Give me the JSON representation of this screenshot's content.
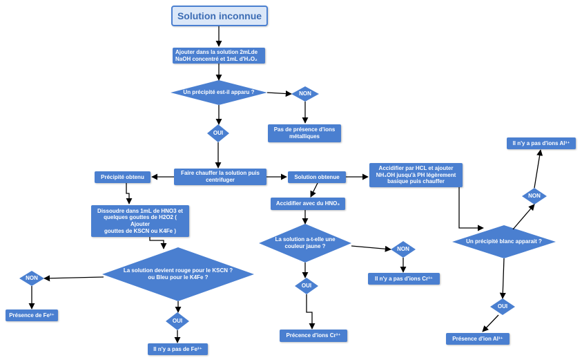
{
  "title": "Solution inconnue",
  "nodes": {
    "step_add": "Ajouter dans la solution 2mLde\nNaOH concentré et 1mL d'H₂O₂",
    "q_precipitate": "Un précipité est-il apparu ?",
    "non_1": "NON",
    "no_metal_ions": "Pas de présence d'ions\nmétalliques",
    "oui_1": "OUI",
    "heat_centrifuge": "Faire chauffer la solution puis\ncentrifuger",
    "precipitate_obtained": "Précipité obtenu",
    "solution_obtained": "Solution obtenue",
    "dissolve": "Dissoudre dans 1mL de HNO3 et\nquelques gouttes de H2O2 ( Ajouter\ngouttes de KSCN ou K4Fe )",
    "q_red_blue": "La solution devient rouge pour le KSCN ?\nou Bleu pour le K4Fe ?",
    "non_fe": "NON",
    "fe_present": "Présence de Fe³⁺",
    "oui_fe": "OUI",
    "fe_absent": "Il n'y a pas de Fe³⁺",
    "acidify_hno3": "Accidifier avec du HNO₃",
    "q_yellow": "La solution a-t-elle une\ncouleur jaune ?",
    "non_cr": "NON",
    "cr_absent": "Il n'y a pas d'ions Cr³⁺",
    "oui_cr": "OUI",
    "cr_present": "Précence d'ions Cr³⁺",
    "acidify_hcl": "Accidifier par HCL et ajouter\nNH₄OH jusqu'à PH légèrement\nbasique puis chauffer",
    "q_white": "Un précipité blanc apparait ?",
    "non_al": "NON",
    "al_absent": "Il n'y a pas d'ions Al³⁺",
    "oui_al": "OUI",
    "al_present": "Présence d'ion Al³⁺"
  },
  "colors": {
    "node_fill": "#4a7fd0",
    "title_fill": "#dbe7f8",
    "title_text": "#3c6cb4",
    "arrow": "#000000"
  }
}
